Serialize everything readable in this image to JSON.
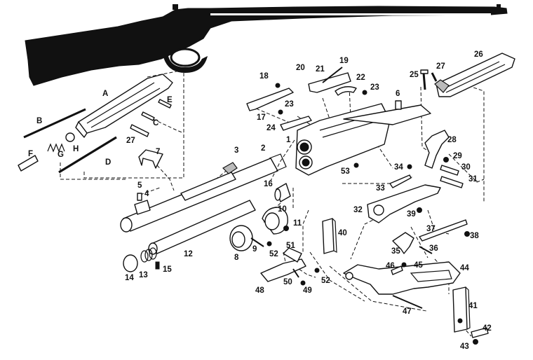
{
  "diagram": {
    "labels": {
      "A": "A",
      "B": "B",
      "C": "C",
      "D": "D",
      "E": "E",
      "F": "F",
      "G": "G",
      "H": "H",
      "p1": "1",
      "p2": "2",
      "p3": "3",
      "p4": "4",
      "p5": "5",
      "p6": "6",
      "p7": "7",
      "p8": "8",
      "p9": "9",
      "p10": "10",
      "p11": "11",
      "p12": "12",
      "p13": "13",
      "p14": "14",
      "p15": "15",
      "p16": "16",
      "p17": "17",
      "p18": "18",
      "p19": "19",
      "p20": "20",
      "p21": "21",
      "p22": "22",
      "p23a": "23",
      "p23b": "23",
      "p24": "24",
      "p25": "25",
      "p26": "26",
      "p27a": "27",
      "p27b": "27",
      "p28": "28",
      "p29": "29",
      "p30": "30",
      "p31": "31",
      "p32": "32",
      "p33": "33",
      "p34": "34",
      "p35": "35",
      "p36": "36",
      "p37": "37",
      "p38": "38",
      "p39": "39",
      "p40": "40",
      "p41": "41",
      "p42": "42",
      "p43": "43",
      "p44": "44",
      "p45": "45",
      "p46": "46",
      "p47": "47",
      "p48": "48",
      "p49": "49",
      "p50": "50",
      "p51": "51",
      "p52a": "52",
      "p52b": "52",
      "p53": "53"
    }
  }
}
